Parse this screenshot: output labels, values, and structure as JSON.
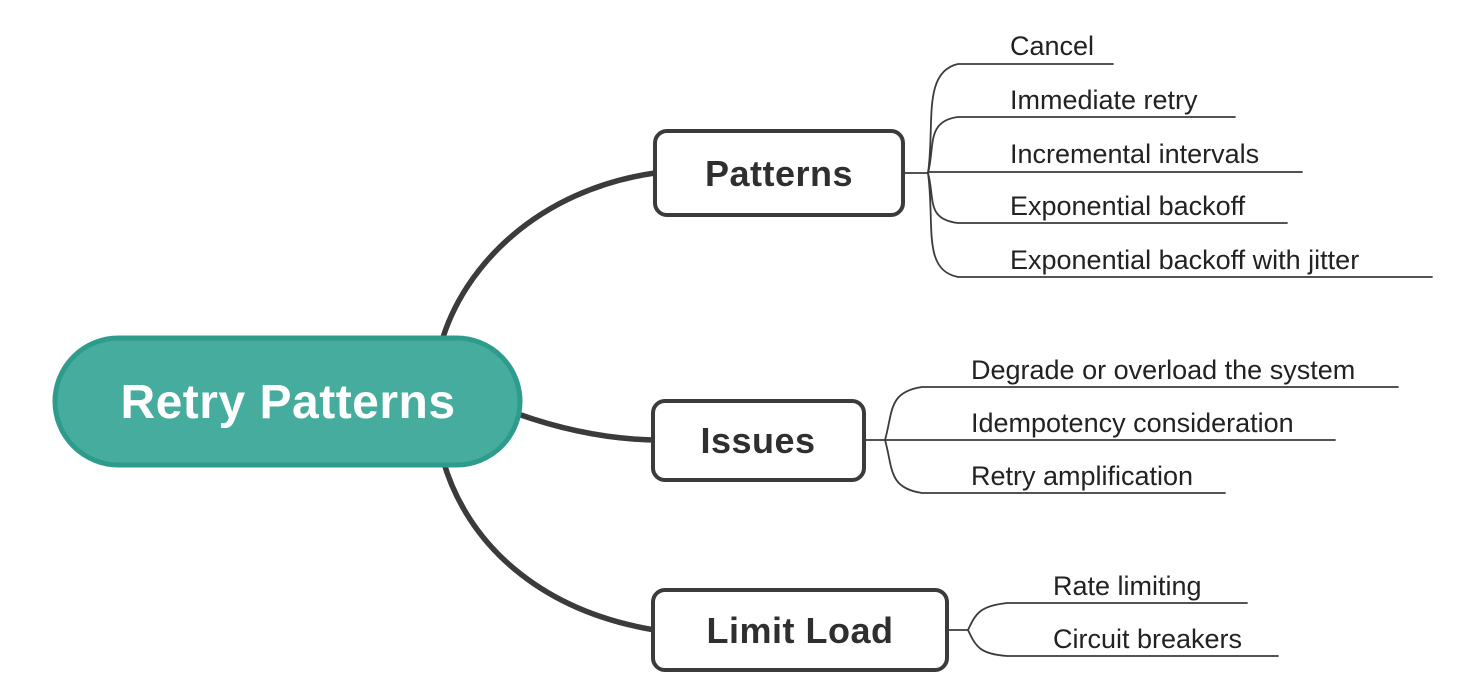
{
  "diagram_type": "mindmap",
  "root": {
    "label": "Retry Patterns"
  },
  "branches": [
    {
      "label": "Patterns",
      "leaves": [
        "Cancel",
        "Immediate retry",
        "Incremental intervals",
        "Exponential backoff",
        "Exponential backoff with jitter"
      ]
    },
    {
      "label": "Issues",
      "leaves": [
        "Degrade or overload the system",
        "Idempotency consideration",
        "Retry amplification"
      ]
    },
    {
      "label": "Limit Load",
      "leaves": [
        "Rate limiting",
        "Circuit breakers"
      ]
    }
  ],
  "colors": {
    "background": "#FFFFFF",
    "root_fill": "#45AC9E",
    "root_border": "#2E9C8D",
    "root_text": "#FFFFFF",
    "node_fill": "#FFFFFF",
    "node_border": "#3B3B3B",
    "node_text": "#2F2F2F",
    "leaf_text": "#222222",
    "line": "#3B3B3B"
  }
}
